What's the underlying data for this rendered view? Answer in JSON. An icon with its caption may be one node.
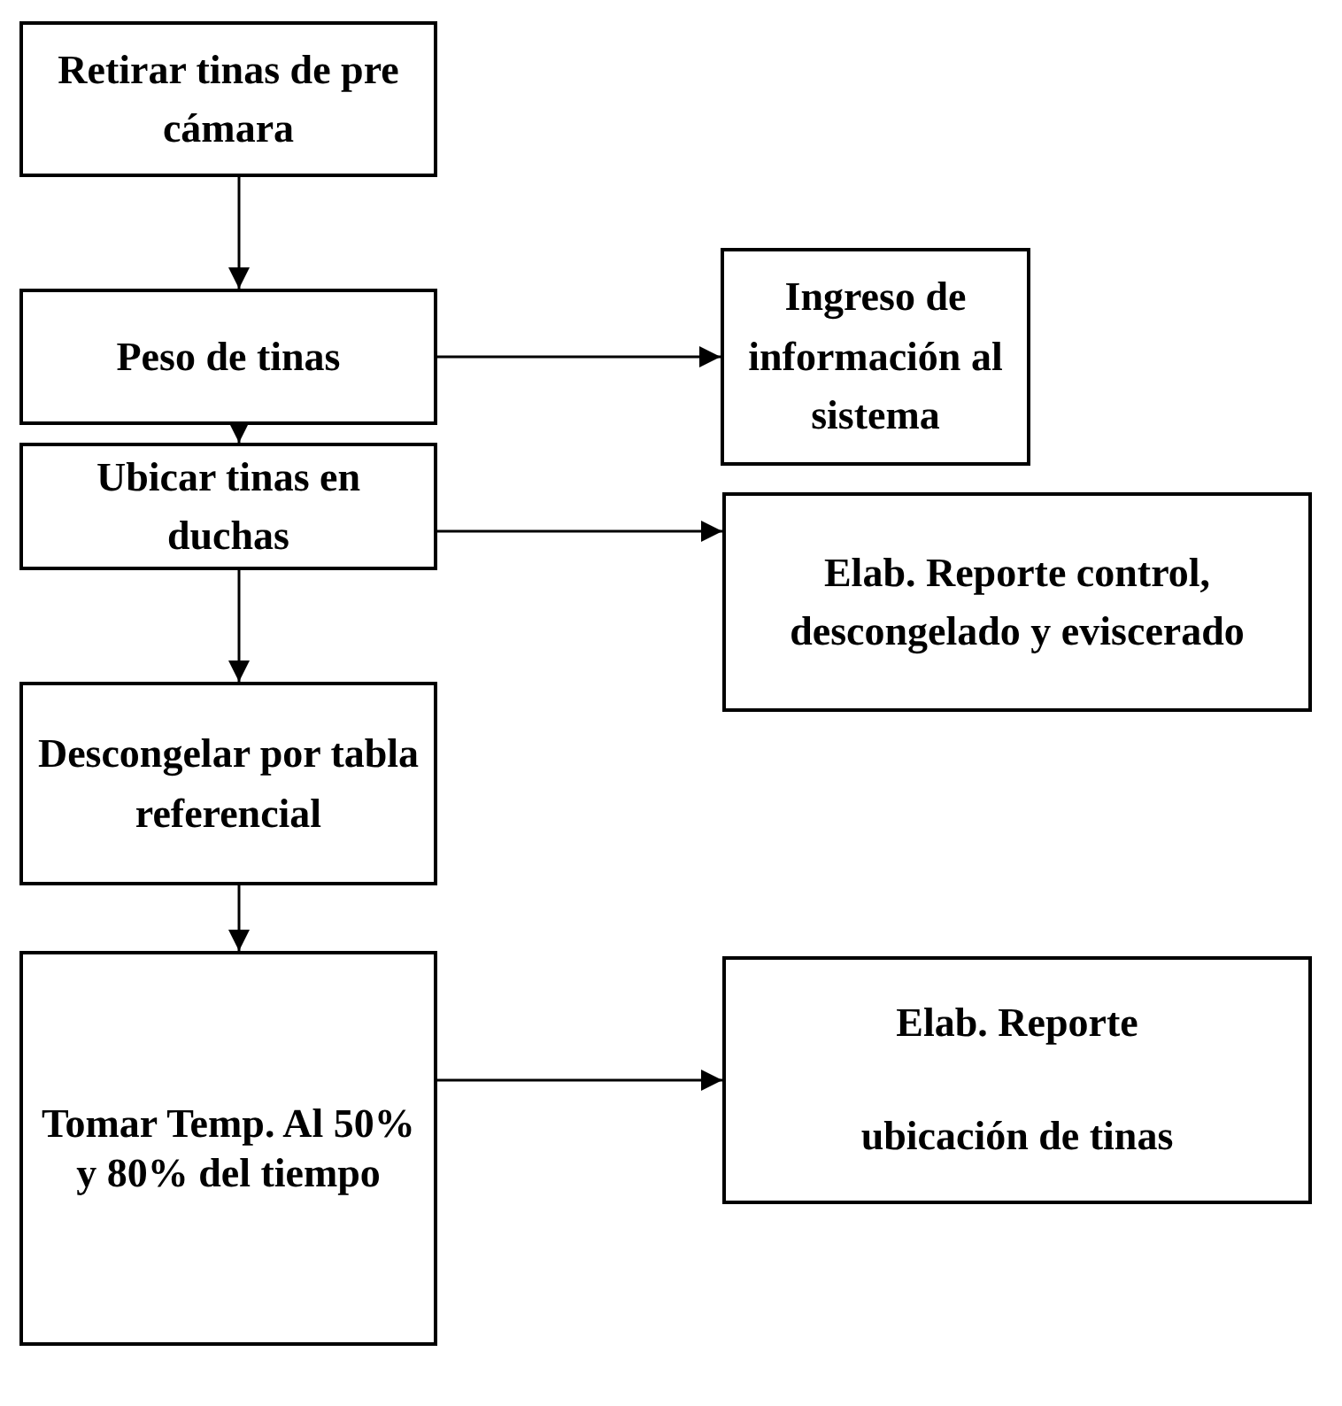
{
  "diagram": {
    "nodes": [
      {
        "text": [
          "Retirar tinas de pre cámara"
        ]
      },
      {
        "text": [
          "Peso de tinas"
        ]
      },
      {
        "text": [
          "Ingreso de información al sistema"
        ]
      },
      {
        "text": [
          "Ubicar tinas en duchas"
        ]
      },
      {
        "text": [
          "Elab. Reporte control, descongelado y eviscerado"
        ]
      },
      {
        "text": [
          "Descongelar por tabla referencial"
        ]
      },
      {
        "text": [
          "Tomar Temp. Al 50% y 80% del tiempo"
        ]
      },
      {
        "text": [
          "Elab. Reporte",
          "ubicación de tinas"
        ]
      }
    ],
    "edges": [
      {
        "from": 0,
        "to": 1,
        "arrow": "to"
      },
      {
        "from": 1,
        "to": 2,
        "arrow": "to"
      },
      {
        "from": 1,
        "to": 3,
        "arrow": "to"
      },
      {
        "from": 3,
        "to": 4,
        "arrow": "to"
      },
      {
        "from": 3,
        "to": 5,
        "arrow": "to"
      },
      {
        "from": 5,
        "to": 6,
        "arrow": "to"
      },
      {
        "from": 6,
        "to": 7,
        "arrow": "to"
      }
    ]
  }
}
